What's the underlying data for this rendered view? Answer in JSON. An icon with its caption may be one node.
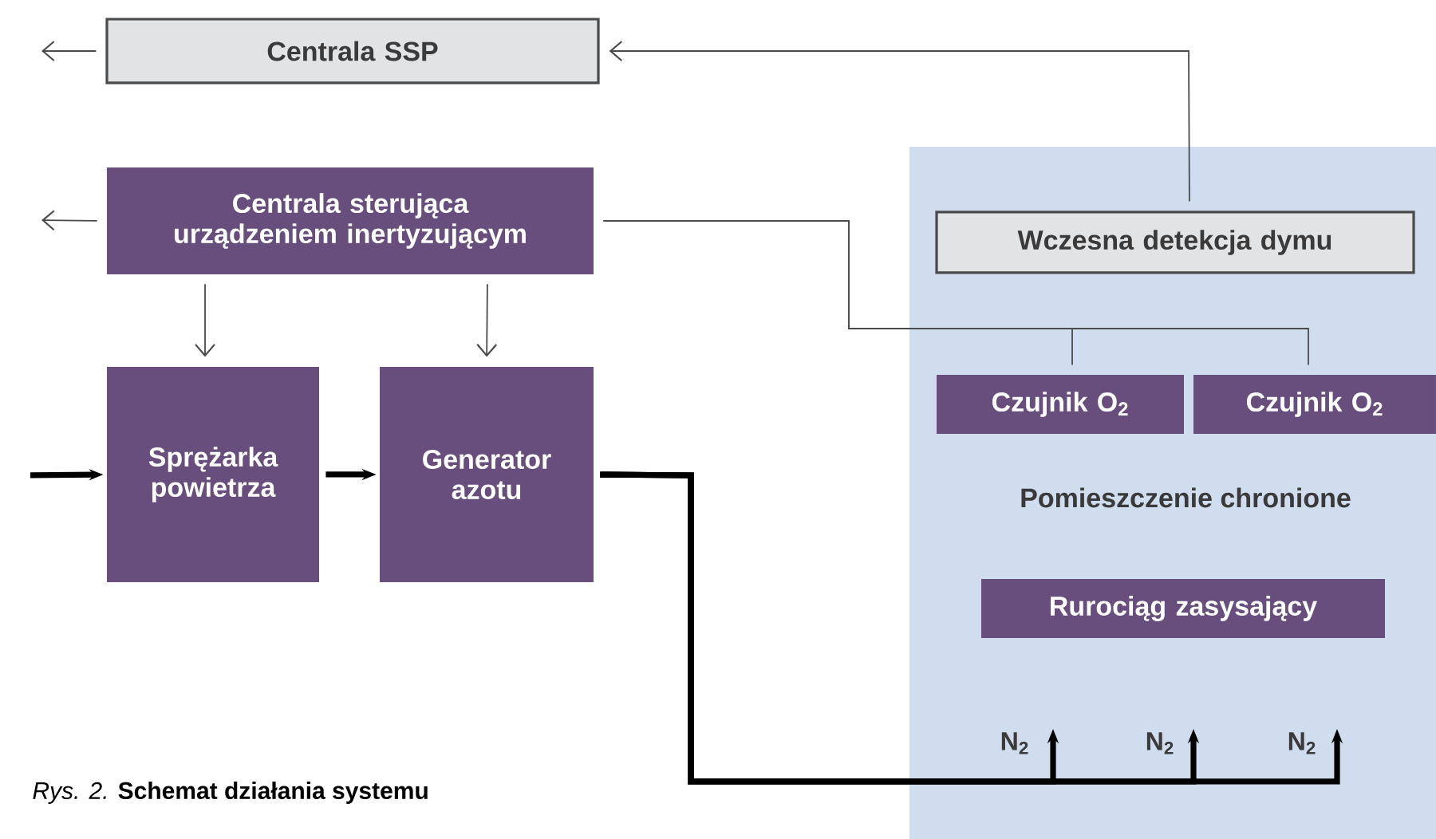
{
  "diagram": {
    "caption": "*Rys. 2.* **Schemat działania systemu**",
    "nodes": [
      {
        "text": [
          "Centrala SSP"
        ]
      },
      {
        "text": [
          "Centrala sterująca urządzeniem inertyzującym"
        ]
      },
      {
        "text": [
          "Sprężarka powietrza"
        ]
      },
      {
        "text": [
          "Generator azotu"
        ]
      },
      {
        "text": [
          "Pomieszczenie chronione"
        ]
      },
      {
        "text": [
          "Wczesna detekcja dymu"
        ],
        "in": 4
      },
      {
        "text": [
          "Czujnik O$_{2}$"
        ],
        "in": 4
      },
      {
        "text": [
          "Czujnik O$_{2}$"
        ],
        "in": 4
      },
      {
        "text": [
          "Rurociąg zasysający"
        ],
        "in": 4
      }
    ],
    "edges": [
      {
        "from": 0,
        "to": null,
        "arrow": "to"
      },
      {
        "from": 5,
        "to": 0,
        "arrow": "to"
      },
      {
        "from": 1,
        "to": null,
        "arrow": "to"
      },
      {
        "from": 1,
        "to": 2,
        "arrow": "to"
      },
      {
        "from": 1,
        "to": 3,
        "arrow": "to"
      },
      {
        "from": 1,
        "to": 6,
        "arrow": "none"
      },
      {
        "from": 1,
        "to": 7,
        "arrow": "none"
      },
      {
        "from": null,
        "to": 2,
        "arrow": "to",
        "style": "thick"
      },
      {
        "from": 2,
        "to": 3,
        "arrow": "to",
        "style": "thick"
      },
      {
        "from": 3,
        "to": null,
        "arrow": "to",
        "style": "thick",
        "label": "N$_{2}$"
      },
      {
        "from": 3,
        "to": null,
        "arrow": "to",
        "style": "thick",
        "label": "N$_{2}$"
      },
      {
        "from": 3,
        "to": null,
        "arrow": "to",
        "style": "thick",
        "label": "N$_{2}$"
      }
    ]
  }
}
